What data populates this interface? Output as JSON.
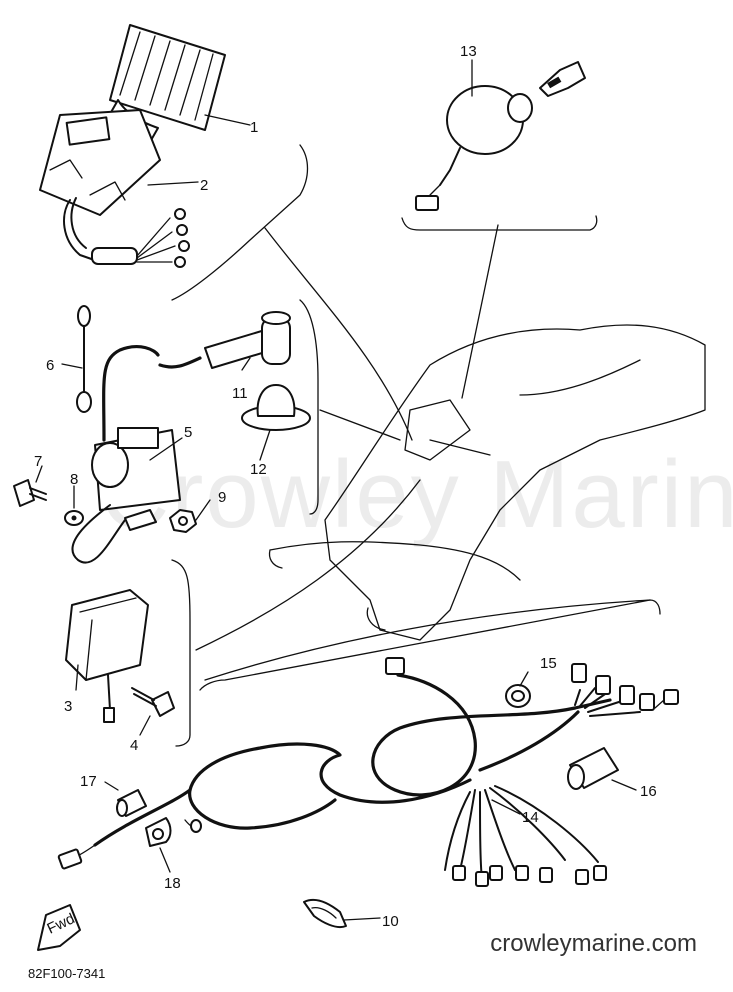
{
  "diagram": {
    "watermark": "Crowley Marine",
    "site_url": "crowleymarine.com",
    "diagram_code": "82F100-7341",
    "fwd_label": "Fwd",
    "callouts": [
      {
        "number": "1"
      },
      {
        "number": "2"
      },
      {
        "number": "3"
      },
      {
        "number": "4"
      },
      {
        "number": "5"
      },
      {
        "number": "6"
      },
      {
        "number": "7"
      },
      {
        "number": "8"
      },
      {
        "number": "9"
      },
      {
        "number": "10"
      },
      {
        "number": "11"
      },
      {
        "number": "12"
      },
      {
        "number": "13"
      },
      {
        "number": "14"
      },
      {
        "number": "15"
      },
      {
        "number": "16"
      },
      {
        "number": "17"
      },
      {
        "number": "18"
      }
    ]
  }
}
